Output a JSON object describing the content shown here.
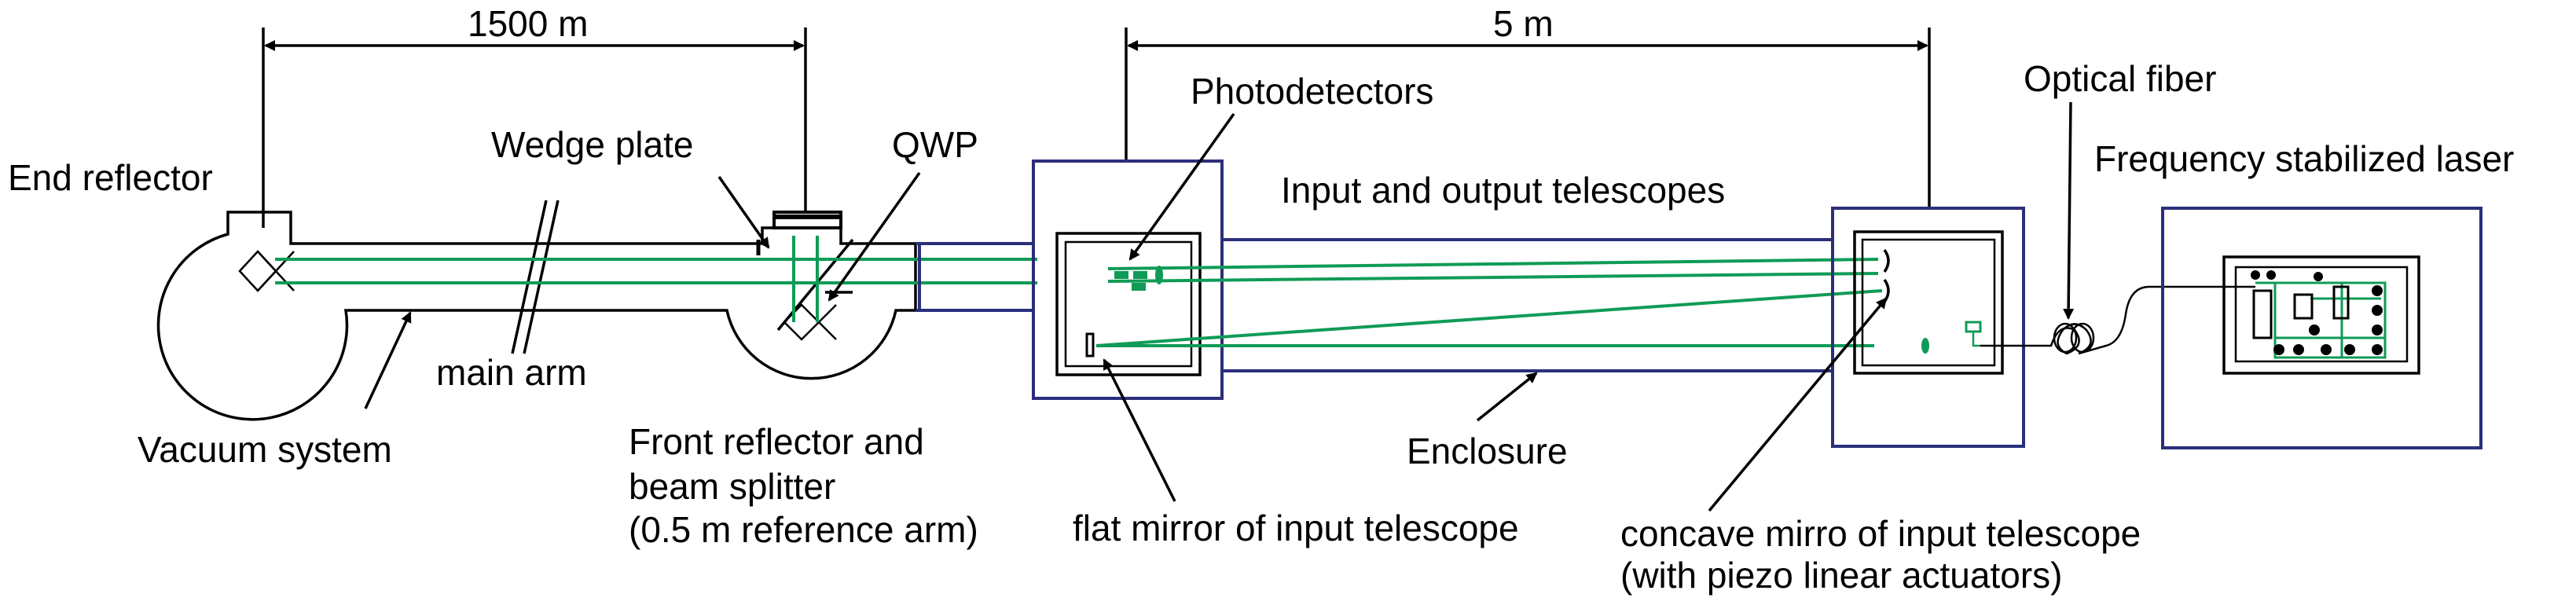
{
  "labels": {
    "dim_long": "1500 m",
    "dim_short": "5 m",
    "end_reflector": "End reflector",
    "wedge_plate": "Wedge plate",
    "qwp": "QWP",
    "photodetectors": "Photodetectors",
    "io_telescopes": "Input and output telescopes",
    "optical_fiber": "Optical fiber",
    "freq_laser": "Frequency stabilized laser",
    "main_arm": "main arm",
    "vacuum_system": "Vacuum system",
    "front_reflector_1": "Front reflector and",
    "front_reflector_2": "beam splitter",
    "front_reflector_3": "(0.5 m reference arm)",
    "flat_mirror": "flat mirror of input telescope",
    "enclosure": "Enclosure",
    "concave_mirror_1": "concave mirro of input telescope",
    "concave_mirror_2": "(with piezo linear actuators)"
  },
  "colors": {
    "beam": "#0f9b57",
    "enclosure": "#2b2f7a",
    "outline": "#000000"
  }
}
